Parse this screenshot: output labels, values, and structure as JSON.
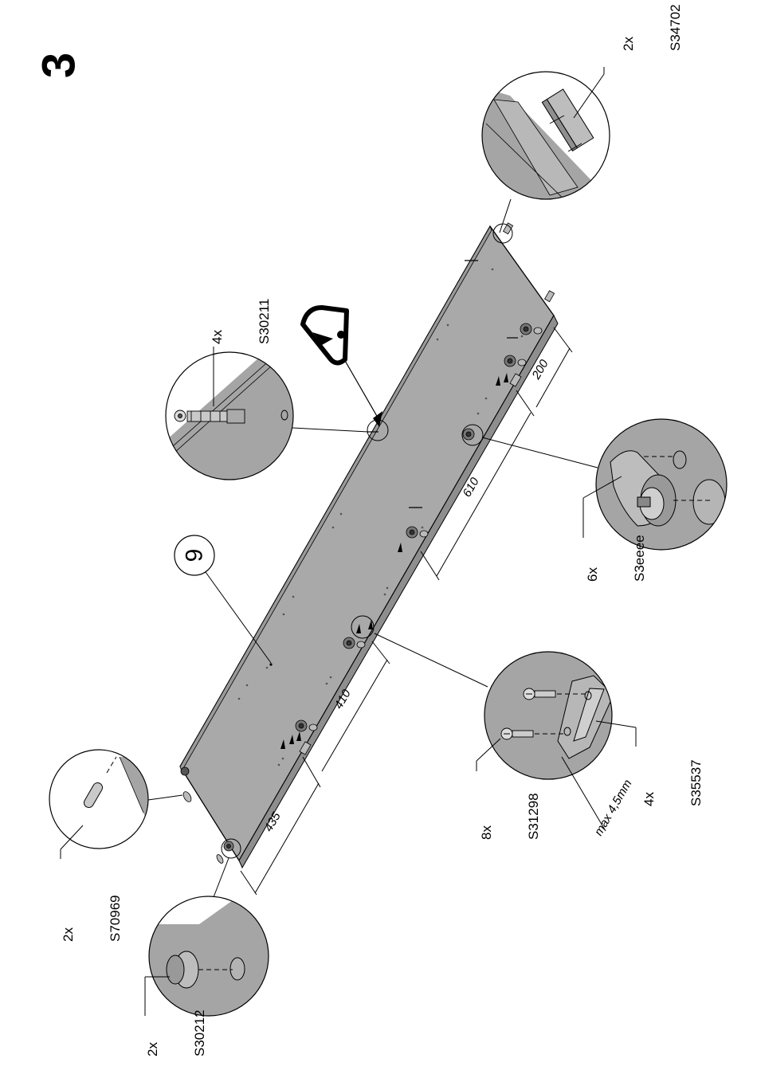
{
  "step": {
    "number": "3"
  },
  "panel": {
    "part_label": "9"
  },
  "dimensions": {
    "d1": "435",
    "d2": "410",
    "d3": "610",
    "d4": "200",
    "max_depth": "max 4,5mm"
  },
  "callouts": {
    "s34702": {
      "qty": "2x",
      "code": "S34702"
    },
    "s30211": {
      "qty": "4x",
      "code": "S30211"
    },
    "s3eeee": {
      "qty": "6x",
      "code": "S3eeee"
    },
    "s35537": {
      "qty": "4x",
      "code": "S35537"
    },
    "s31298": {
      "qty": "8x",
      "code": "S31298"
    },
    "s70969": {
      "qty": "2x",
      "code": "S70969"
    },
    "s30212": {
      "qty": "2x",
      "code": "S30212"
    }
  },
  "colors": {
    "panel_fill": "#a9a9a9",
    "panel_edge": "#8c8c8c",
    "zoom_fill": "#a5a5a5",
    "line": "#000000"
  },
  "icons": [
    "warning-triangle-icon",
    "step-number-3"
  ]
}
